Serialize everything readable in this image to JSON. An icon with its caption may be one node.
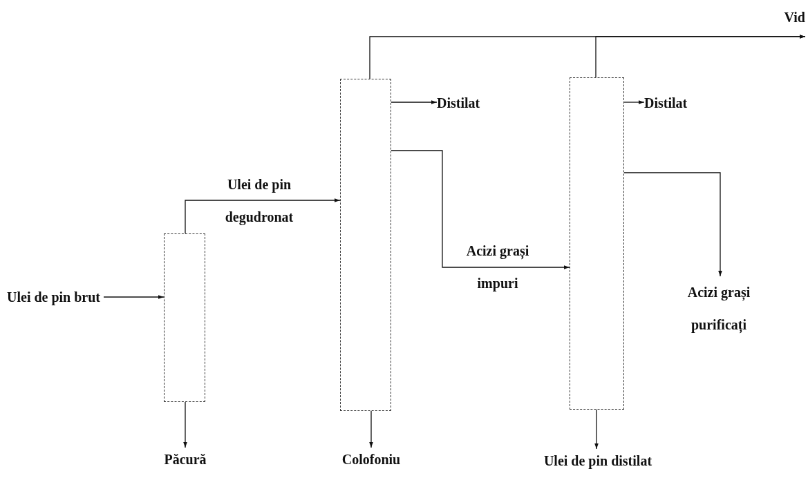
{
  "diagram": {
    "nodes": [
      {
        "text": [
          "Ulei de pin brut"
        ]
      },
      {
        "text": [],
        "shape": "box"
      },
      {
        "text": [],
        "shape": "box"
      },
      {
        "text": [],
        "shape": "box"
      },
      {
        "text": [
          "Vid"
        ]
      },
      {
        "text": [
          "Distilat"
        ]
      },
      {
        "text": [
          "Distilat"
        ]
      },
      {
        "text": [
          "Acizi grași purificați"
        ]
      },
      {
        "text": [
          "Păcură"
        ]
      },
      {
        "text": [
          "Colofoniu"
        ]
      },
      {
        "text": [
          "Ulei de pin distilat"
        ]
      }
    ],
    "edges": [
      {
        "from": 0,
        "to": 1,
        "arrow": "to"
      },
      {
        "from": 1,
        "to": 2,
        "arrow": "to",
        "label": "Ulei de pin degudronat"
      },
      {
        "from": 2,
        "to": 5,
        "arrow": "to"
      },
      {
        "from": 2,
        "to": 3,
        "arrow": "to",
        "label": "Acizi grași impuri"
      },
      {
        "from": 3,
        "to": 6,
        "arrow": "to"
      },
      {
        "from": 3,
        "to": 7,
        "arrow": "to"
      },
      {
        "from": 1,
        "to": 8,
        "arrow": "to"
      },
      {
        "from": 2,
        "to": 9,
        "arrow": "to"
      },
      {
        "from": 3,
        "to": 10,
        "arrow": "to"
      },
      {
        "from": 2,
        "to": 4,
        "arrow": "to"
      },
      {
        "from": 3,
        "to": 4,
        "arrow": "to"
      }
    ]
  }
}
